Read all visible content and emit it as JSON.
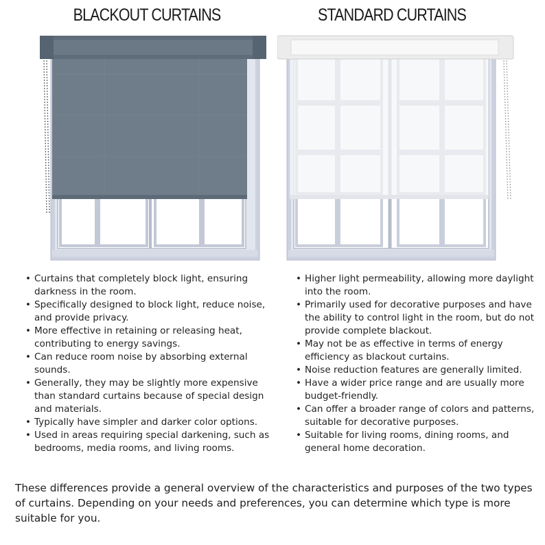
{
  "headings": {
    "left": "BLACKOUT CURTAINS",
    "right": "STANDARD CURTAINS"
  },
  "blackout": {
    "points": [
      "Curtains that completely block light, ensuring darkness in the room.",
      "Specifically designed to block light, reduce noise, and provide privacy.",
      " More effective in retaining or releasing heat, contributing to energy savings.",
      "Can reduce room noise by absorbing external sounds.",
      "Generally, they may be slightly more expensive than standard curtains because of special design and materials.",
      "Typically have simpler and darker color options.",
      "Used in areas requiring special darkening, such as bedrooms, media rooms, and living rooms."
    ]
  },
  "standard": {
    "points": [
      "Higher light permeability, allowing more daylight into the room.",
      " Primarily used for decorative purposes and have the ability to control light in the room, but do not provide complete blackout.",
      "May not be as effective in terms of energy efficiency as blackout curtains.",
      "Noise reduction features are generally limited.",
      "Have a wider price range and are usually more budget-friendly.",
      " Can offer a broader range of colors and patterns, suitable for decorative purposes.",
      "Suitable for living rooms, dining rooms, and general home decoration."
    ]
  },
  "summary": "These differences provide a general overview of the characteristics and purposes of the two types of curtains. Depending on your needs and preferences, you can determine which type is more suitable for you.",
  "colors": {
    "blackout_fabric": "#6f7d8b",
    "blackout_cassette": "#5f6d7a",
    "standard_fabric": "#f4f5f7",
    "standard_cassette": "#ececec",
    "window_frame": "#c9cede",
    "window_glass": "#ffffff"
  }
}
